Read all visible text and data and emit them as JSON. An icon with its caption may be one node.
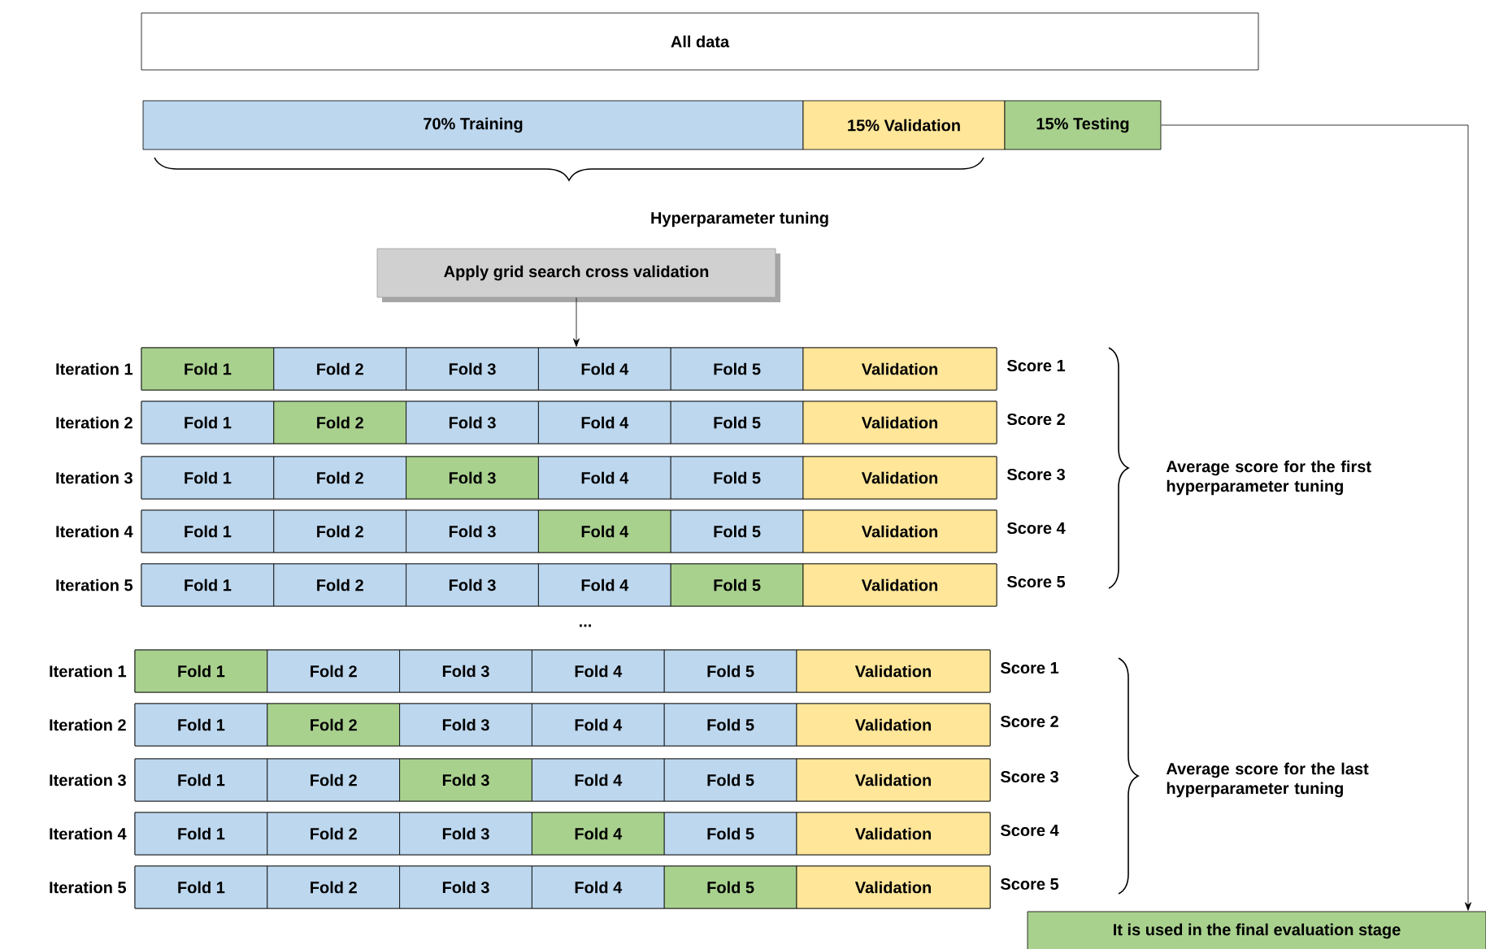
{
  "diagram": {
    "nodes": [
      {
        "text": [
          "All data"
        ]
      },
      {
        "text": [
          "70% Training"
        ]
      },
      {
        "text": [
          "15% Validation"
        ]
      },
      {
        "text": [
          "15% Testing"
        ]
      },
      {
        "text": [
          "Apply grid search cross validation"
        ]
      },
      {
        "text": [],
        "shape": "bar",
        "beside": [
          "Iteration 1",
          "Score 1"
        ]
      },
      {
        "text": [
          "Fold 1"
        ],
        "in": 5
      },
      {
        "text": [
          "Fold 2"
        ],
        "in": 5
      },
      {
        "text": [
          "Fold 3"
        ],
        "in": 5
      },
      {
        "text": [
          "Fold 4"
        ],
        "in": 5
      },
      {
        "text": [
          "Fold 5"
        ],
        "in": 5
      },
      {
        "text": [
          "Validation"
        ],
        "in": 5
      },
      {
        "text": [],
        "shape": "bar",
        "beside": [
          "Iteration 2",
          "Score 2"
        ]
      },
      {
        "text": [
          "Fold 1"
        ],
        "in": 12
      },
      {
        "text": [
          "Fold 2"
        ],
        "in": 12
      },
      {
        "text": [
          "Fold 3"
        ],
        "in": 12
      },
      {
        "text": [
          "Fold 4"
        ],
        "in": 12
      },
      {
        "text": [
          "Fold 5"
        ],
        "in": 12
      },
      {
        "text": [
          "Validation"
        ],
        "in": 12
      },
      {
        "text": [],
        "shape": "bar",
        "beside": [
          "Iteration 3",
          "Score 3"
        ]
      },
      {
        "text": [
          "Fold 1"
        ],
        "in": 19
      },
      {
        "text": [
          "Fold 2"
        ],
        "in": 19
      },
      {
        "text": [
          "Fold 3"
        ],
        "in": 19
      },
      {
        "text": [
          "Fold 4"
        ],
        "in": 19
      },
      {
        "text": [
          "Fold 5"
        ],
        "in": 19
      },
      {
        "text": [
          "Validation"
        ],
        "in": 19
      },
      {
        "text": [],
        "shape": "bar",
        "beside": [
          "Iteration 4",
          "Score 4"
        ]
      },
      {
        "text": [
          "Fold 1"
        ],
        "in": 26
      },
      {
        "text": [
          "Fold 2"
        ],
        "in": 26
      },
      {
        "text": [
          "Fold 3"
        ],
        "in": 26
      },
      {
        "text": [
          "Fold 4"
        ],
        "in": 26
      },
      {
        "text": [
          "Fold 5"
        ],
        "in": 26
      },
      {
        "text": [
          "Validation"
        ],
        "in": 26
      },
      {
        "text": [],
        "shape": "bar",
        "beside": [
          "Iteration 5",
          "Score 5"
        ]
      },
      {
        "text": [
          "Fold 1"
        ],
        "in": 33
      },
      {
        "text": [
          "Fold 2"
        ],
        "in": 33
      },
      {
        "text": [
          "Fold 3"
        ],
        "in": 33
      },
      {
        "text": [
          "Fold 4"
        ],
        "in": 33
      },
      {
        "text": [
          "Fold 5"
        ],
        "in": 33
      },
      {
        "text": [
          "Validation"
        ],
        "in": 33
      },
      {
        "text": [],
        "shape": "bar",
        "beside": [
          "Iteration 1",
          "Score 1"
        ]
      },
      {
        "text": [
          "Fold 1"
        ],
        "in": 40
      },
      {
        "text": [
          "Fold 2"
        ],
        "in": 40
      },
      {
        "text": [
          "Fold 3"
        ],
        "in": 40
      },
      {
        "text": [
          "Fold 4"
        ],
        "in": 40
      },
      {
        "text": [
          "Fold 5"
        ],
        "in": 40
      },
      {
        "text": [
          "Validation"
        ],
        "in": 40
      },
      {
        "text": [],
        "shape": "bar",
        "beside": [
          "Iteration 2",
          "Score 2"
        ]
      },
      {
        "text": [
          "Fold 1"
        ],
        "in": 47
      },
      {
        "text": [
          "Fold 2"
        ],
        "in": 47
      },
      {
        "text": [
          "Fold 3"
        ],
        "in": 47
      },
      {
        "text": [
          "Fold 4"
        ],
        "in": 47
      },
      {
        "text": [
          "Fold 5"
        ],
        "in": 47
      },
      {
        "text": [
          "Validation"
        ],
        "in": 47
      },
      {
        "text": [],
        "shape": "bar",
        "beside": [
          "Iteration 3",
          "Score 3"
        ]
      },
      {
        "text": [
          "Fold 1"
        ],
        "in": 54
      },
      {
        "text": [
          "Fold 2"
        ],
        "in": 54
      },
      {
        "text": [
          "Fold 3"
        ],
        "in": 54
      },
      {
        "text": [
          "Fold 4"
        ],
        "in": 54
      },
      {
        "text": [
          "Fold 5"
        ],
        "in": 54
      },
      {
        "text": [
          "Validation"
        ],
        "in": 54
      },
      {
        "text": [],
        "shape": "bar",
        "beside": [
          "Iteration 4",
          "Score 4"
        ]
      },
      {
        "text": [
          "Fold 1"
        ],
        "in": 61
      },
      {
        "text": [
          "Fold 2"
        ],
        "in": 61
      },
      {
        "text": [
          "Fold 3"
        ],
        "in": 61
      },
      {
        "text": [
          "Fold 4"
        ],
        "in": 61
      },
      {
        "text": [
          "Fold 5"
        ],
        "in": 61
      },
      {
        "text": [
          "Validation"
        ],
        "in": 61
      },
      {
        "text": [],
        "shape": "bar",
        "beside": [
          "Iteration 5",
          "Score 5"
        ]
      },
      {
        "text": [
          "Fold 1"
        ],
        "in": 68
      },
      {
        "text": [
          "Fold 2"
        ],
        "in": 68
      },
      {
        "text": [
          "Fold 3"
        ],
        "in": 68
      },
      {
        "text": [
          "Fold 4"
        ],
        "in": 68
      },
      {
        "text": [
          "Fold 5"
        ],
        "in": 68
      },
      {
        "text": [
          "Validation"
        ],
        "in": 68
      },
      {
        "text": [
          "It is used in the final evaluation stage"
        ]
      }
    ],
    "edges": [
      {
        "from": 4,
        "to": 5,
        "arrow": "to"
      },
      {
        "from": 3,
        "to": 75,
        "arrow": "to"
      }
    ],
    "labels": [
      "Hyperparameter tuning",
      "Average score for the first hyperparameter tuning",
      "...",
      "Average score for the last hyperparameter tuning"
    ]
  }
}
